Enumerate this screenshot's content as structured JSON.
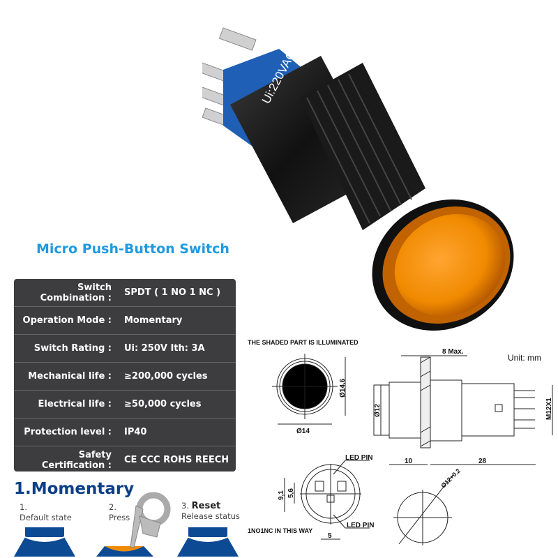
{
  "title": "Micro Push-Button Switch",
  "product_label": "Ui:220VAC",
  "specs": [
    {
      "label": "Switch Combination :",
      "value": "SPDT ( 1 NO 1 NC )"
    },
    {
      "label": "Operation Mode :",
      "value": "Momentary"
    },
    {
      "label": "Switch Rating :",
      "value": "Ui: 250V  Ith: 3A"
    },
    {
      "label": "Mechanical life :",
      "value": "≥200,000 cycles"
    },
    {
      "label": "Electrical life :",
      "value": "≥50,000 cycles"
    },
    {
      "label": "Protection level :",
      "value": "IP40"
    },
    {
      "label": "Safety Certification :",
      "value": "CE  CCC ROHS REECH"
    }
  ],
  "momentary": {
    "title": "1.Momentary",
    "steps": [
      {
        "num": "1.",
        "label": "Default state"
      },
      {
        "num": "2.",
        "label": "Press"
      },
      {
        "num": "3.",
        "heading": "Reset",
        "label": "Release status"
      }
    ]
  },
  "drawing": {
    "illuminated_note": "THE SHADED PART IS ILLUMINATED",
    "unit": "Unit: mm",
    "front_dia": "Ø14",
    "front_height": "Ø14,6",
    "max_panel": "8 Max.",
    "body_dia": "Ø12",
    "thread": "M12X1",
    "len_front": "10",
    "len_back": "28",
    "led_pin_top": "LED PIN",
    "led_pin_bottom": "LED PIN",
    "pin_note": "1NO1NC IN THIS WAY",
    "h1": "9,1",
    "h2": "5,6",
    "w": "5",
    "cutout": "Ø12+0.2"
  },
  "colors": {
    "accent": "#1e9ae0",
    "navy": "#0d3f86",
    "orange": "#f08a00",
    "table": "#3d3d3f"
  }
}
